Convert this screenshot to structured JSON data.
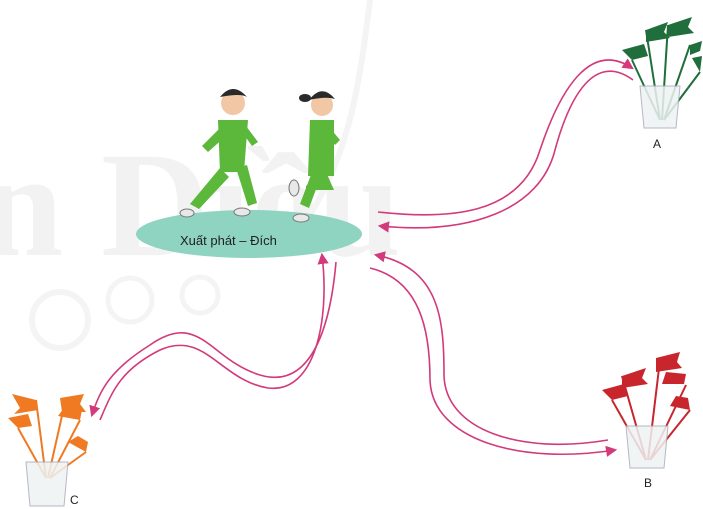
{
  "start_finish_label": "Xuất phát – Đích",
  "cups": [
    {
      "id": "A",
      "label": "A",
      "flag_color": "#1f6e3b"
    },
    {
      "id": "B",
      "label": "B",
      "flag_color": "#c9252c"
    },
    {
      "id": "C",
      "label": "C",
      "flag_color": "#ef7a22"
    }
  ],
  "colors": {
    "start_zone": "#8fd3c1",
    "runner_uniform": "#5cb83a",
    "route_arrow": "#d23a7b",
    "watermark": "#e6e6e6"
  },
  "watermark_text": "Cánh Diều"
}
